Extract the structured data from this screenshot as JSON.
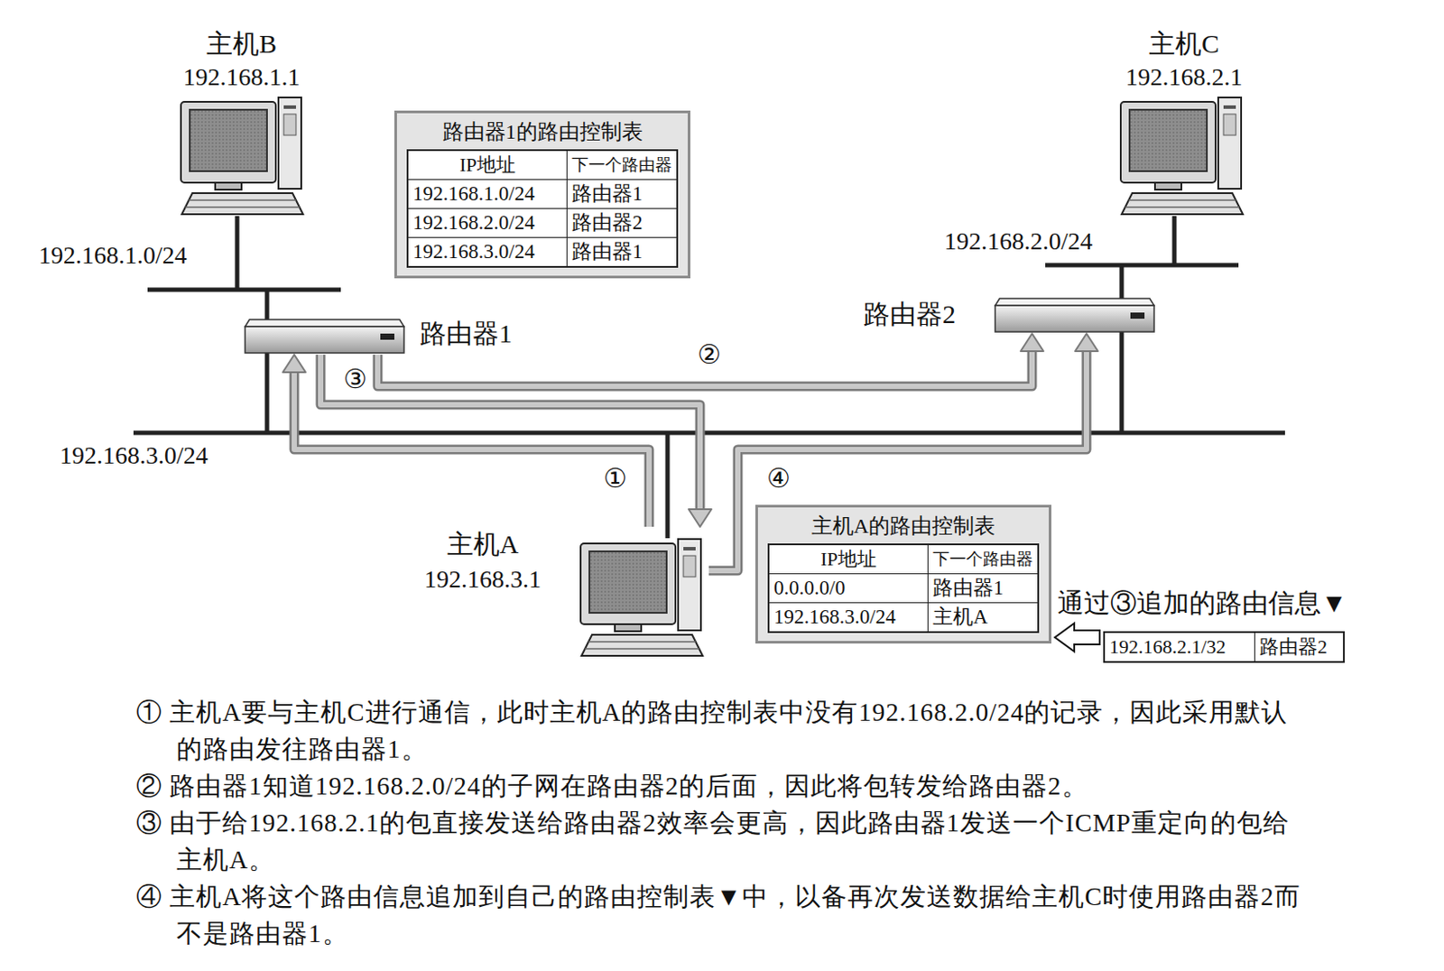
{
  "diagram": {
    "nodes": [
      {
        "text": [
          "主机B",
          "192.168.1.1"
        ]
      },
      {
        "text": [
          "主机C",
          "192.168.2.1"
        ]
      },
      {
        "text": [
          "路由器1的路由控制表",
          "IP地址",
          "下一个路由器",
          "192.168.1.0/24",
          "路由器1",
          "192.168.2.0/24",
          "路由器2",
          "192.168.3.0/24",
          "路由器1"
        ]
      },
      {
        "text": [
          "路由器1"
        ]
      },
      {
        "text": [
          "路由器2"
        ]
      },
      {
        "text": [
          "主机A",
          "192.168.3.1"
        ]
      },
      {
        "text": [
          "主机A的路由控制表",
          "IP地址",
          "下一个路由器",
          "0.0.0.0/0",
          "路由器1",
          "192.168.3.0/24",
          "主机A"
        ]
      },
      {
        "text": [
          "192.168.2.1/32",
          "路由器2"
        ]
      }
    ],
    "edges": [
      {
        "from": 5,
        "to": 3,
        "label": "①",
        "arrow": "to"
      },
      {
        "from": 3,
        "to": 4,
        "label": "②",
        "arrow": "to"
      },
      {
        "from": 3,
        "to": 5,
        "label": "③",
        "arrow": "to"
      },
      {
        "from": 5,
        "to": 4,
        "label": "④",
        "arrow": "to"
      },
      {
        "from": 7,
        "to": 6,
        "arrow": "to"
      }
    ],
    "labels": [
      "192.168.1.0/24",
      "192.168.2.0/24",
      "192.168.3.0/24",
      "通过③追加的路由信息▼",
      "① 主机A要与主机C进行通信，此时主机A的路由控制表中没有192.168.2.0/24的记录，因此采用默认的路由发往路由器1。",
      "② 路由器1知道192.168.2.0/24的子网在路由器2的后面，因此将包转发给路由器2。",
      "③ 由于给192.168.2.1的包直接发送给路由器2效率会更高，因此路由器1发送一个ICMP重定向的包给主机A。",
      "④ 主机A将这个路由信息追加到自己的路由控制表▼中，以备再次发送数据给主机C时使用路由器2而不是路由器1。"
    ]
  }
}
